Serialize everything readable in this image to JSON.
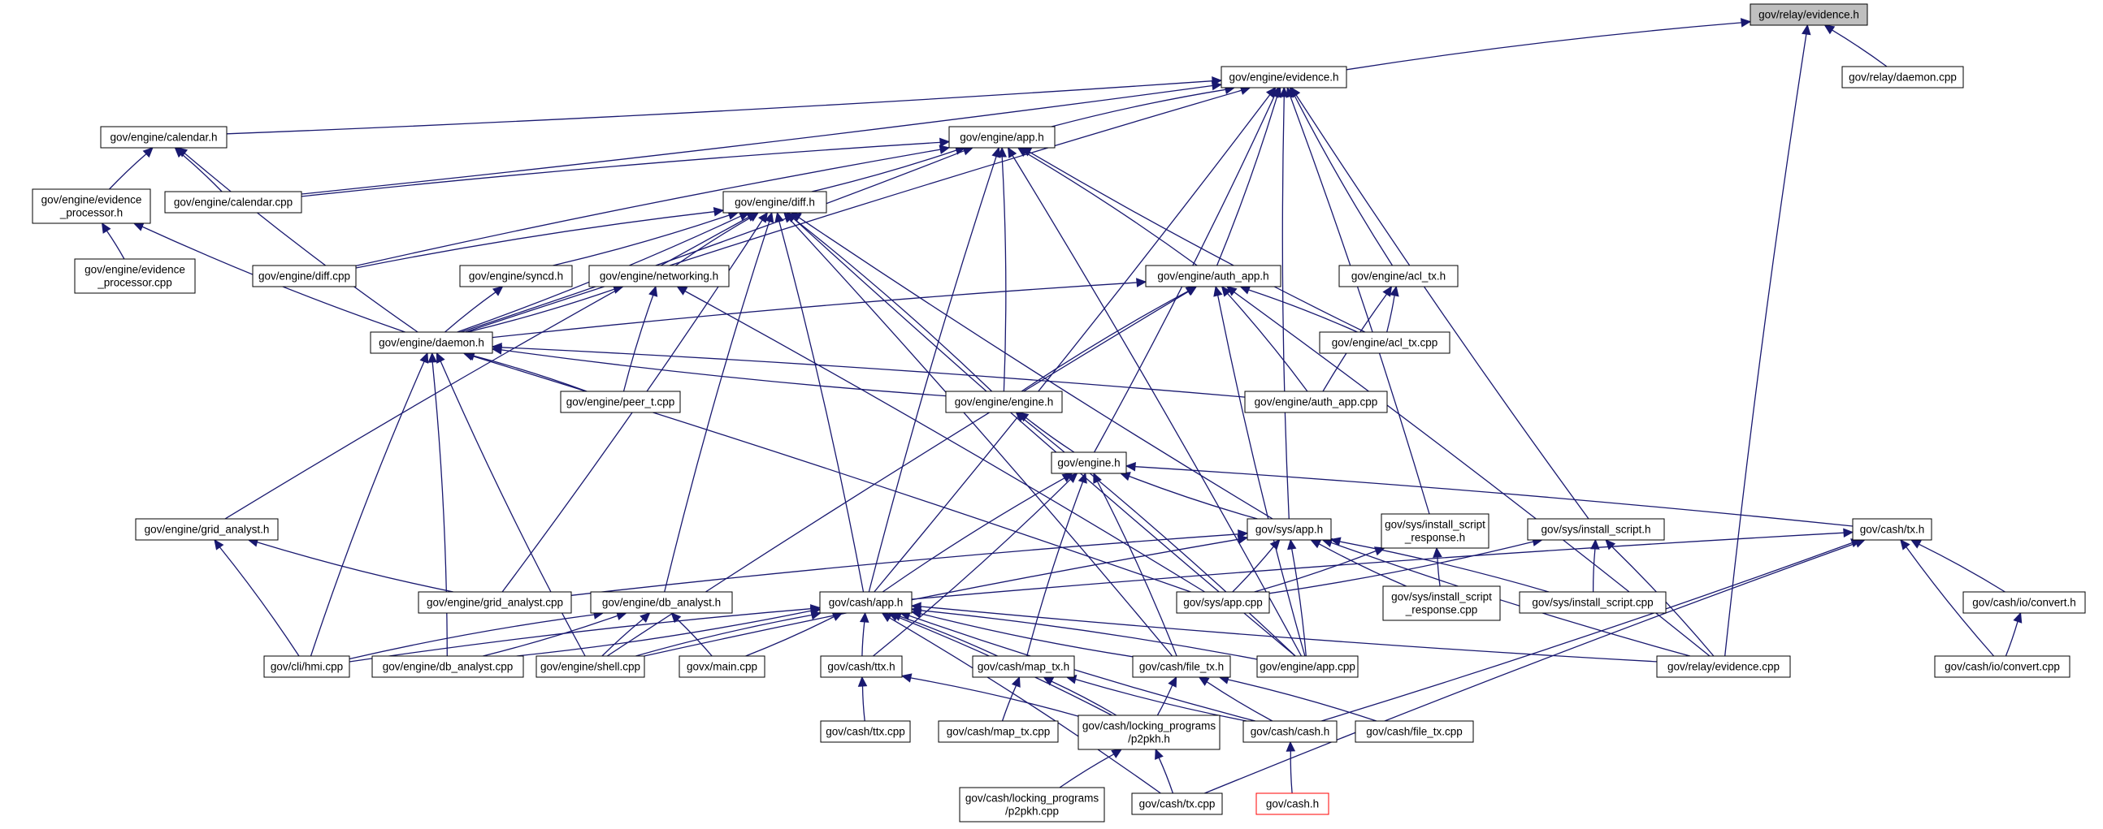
{
  "diagram": {
    "type": "include-dependency-graph",
    "colors": {
      "edge": "#191970",
      "root_fill": "#bfbfbf",
      "node_fill": "#ffffff",
      "node_stroke": "#000000",
      "missing_stroke": "#ff0000"
    },
    "nodes": [
      {
        "id": "relay_evidence_h",
        "lines": [
          "gov/relay/evidence.h"
        ],
        "style": "root"
      },
      {
        "id": "engine_evidence_h",
        "lines": [
          "gov/engine/evidence.h"
        ]
      },
      {
        "id": "relay_daemon_cpp",
        "lines": [
          "gov/relay/daemon.cpp"
        ]
      },
      {
        "id": "engine_calendar_h",
        "lines": [
          "gov/engine/calendar.h"
        ]
      },
      {
        "id": "engine_app_h",
        "lines": [
          "gov/engine/app.h"
        ]
      },
      {
        "id": "engine_evproc_h",
        "lines": [
          "gov/engine/evidence",
          "_processor.h"
        ]
      },
      {
        "id": "engine_calendar_cpp",
        "lines": [
          "gov/engine/calendar.cpp"
        ]
      },
      {
        "id": "engine_diff_h",
        "lines": [
          "gov/engine/diff.h"
        ]
      },
      {
        "id": "engine_evproc_cpp",
        "lines": [
          "gov/engine/evidence",
          "_processor.cpp"
        ]
      },
      {
        "id": "engine_diff_cpp",
        "lines": [
          "gov/engine/diff.cpp"
        ]
      },
      {
        "id": "engine_syncd_h",
        "lines": [
          "gov/engine/syncd.h"
        ]
      },
      {
        "id": "engine_networking_h",
        "lines": [
          "gov/engine/networking.h"
        ]
      },
      {
        "id": "engine_auth_app_h",
        "lines": [
          "gov/engine/auth_app.h"
        ]
      },
      {
        "id": "engine_acl_tx_h",
        "lines": [
          "gov/engine/acl_tx.h"
        ]
      },
      {
        "id": "engine_daemon_h",
        "lines": [
          "gov/engine/daemon.h"
        ]
      },
      {
        "id": "engine_acl_tx_cpp",
        "lines": [
          "gov/engine/acl_tx.cpp"
        ]
      },
      {
        "id": "engine_peer_t_cpp",
        "lines": [
          "gov/engine/peer_t.cpp"
        ]
      },
      {
        "id": "engine_engine_h",
        "lines": [
          "gov/engine/engine.h"
        ]
      },
      {
        "id": "engine_auth_app_cpp",
        "lines": [
          "gov/engine/auth_app.cpp"
        ]
      },
      {
        "id": "gov_engine_h",
        "lines": [
          "gov/engine.h"
        ]
      },
      {
        "id": "engine_grid_analyst_h",
        "lines": [
          "gov/engine/grid_analyst.h"
        ]
      },
      {
        "id": "sys_app_h",
        "lines": [
          "gov/sys/app.h"
        ]
      },
      {
        "id": "sys_isr_h",
        "lines": [
          "gov/sys/install_script",
          "_response.h"
        ]
      },
      {
        "id": "sys_is_h",
        "lines": [
          "gov/sys/install_script.h"
        ]
      },
      {
        "id": "cash_tx_h",
        "lines": [
          "gov/cash/tx.h"
        ]
      },
      {
        "id": "engine_grid_analyst_cpp",
        "lines": [
          "gov/engine/grid_analyst.cpp"
        ]
      },
      {
        "id": "engine_db_analyst_h",
        "lines": [
          "gov/engine/db_analyst.h"
        ]
      },
      {
        "id": "sys_app_cpp",
        "lines": [
          "gov/sys/app.cpp"
        ]
      },
      {
        "id": "sys_isr_cpp",
        "lines": [
          "gov/sys/install_script",
          "_response.cpp"
        ]
      },
      {
        "id": "sys_is_cpp",
        "lines": [
          "gov/sys/install_script.cpp"
        ]
      },
      {
        "id": "cash_app_h",
        "lines": [
          "gov/cash/app.h"
        ]
      },
      {
        "id": "cash_io_convert_h",
        "lines": [
          "gov/cash/io/convert.h"
        ]
      },
      {
        "id": "cli_hmi_cpp",
        "lines": [
          "gov/cli/hmi.cpp"
        ]
      },
      {
        "id": "engine_db_analyst_cpp",
        "lines": [
          "gov/engine/db_analyst.cpp"
        ]
      },
      {
        "id": "engine_shell_cpp",
        "lines": [
          "gov/engine/shell.cpp"
        ]
      },
      {
        "id": "govx_main_cpp",
        "lines": [
          "govx/main.cpp"
        ]
      },
      {
        "id": "cash_ttx_h",
        "lines": [
          "gov/cash/ttx.h"
        ]
      },
      {
        "id": "cash_map_tx_h",
        "lines": [
          "gov/cash/map_tx.h"
        ]
      },
      {
        "id": "cash_file_tx_h",
        "lines": [
          "gov/cash/file_tx.h"
        ]
      },
      {
        "id": "engine_app_cpp",
        "lines": [
          "gov/engine/app.cpp"
        ]
      },
      {
        "id": "relay_evidence_cpp",
        "lines": [
          "gov/relay/evidence.cpp"
        ]
      },
      {
        "id": "cash_io_convert_cpp",
        "lines": [
          "gov/cash/io/convert.cpp"
        ]
      },
      {
        "id": "cash_ttx_cpp",
        "lines": [
          "gov/cash/ttx.cpp"
        ]
      },
      {
        "id": "cash_map_tx_cpp",
        "lines": [
          "gov/cash/map_tx.cpp"
        ]
      },
      {
        "id": "cash_lp_p2pkh_h",
        "lines": [
          "gov/cash/locking_programs",
          "/p2pkh.h"
        ]
      },
      {
        "id": "cash_cash_h",
        "lines": [
          "gov/cash/cash.h"
        ]
      },
      {
        "id": "cash_file_tx_cpp",
        "lines": [
          "gov/cash/file_tx.cpp"
        ]
      },
      {
        "id": "cash_lp_p2pkh_cpp",
        "lines": [
          "gov/cash/locking_programs",
          "/p2pkh.cpp"
        ]
      },
      {
        "id": "cash_tx_cpp",
        "lines": [
          "gov/cash/tx.cpp"
        ]
      },
      {
        "id": "gov_cash_h",
        "lines": [
          "gov/cash.h"
        ],
        "style": "missing"
      }
    ],
    "edges": [
      [
        "engine_evidence_h",
        "relay_evidence_h"
      ],
      [
        "relay_daemon_cpp",
        "relay_evidence_h"
      ],
      [
        "relay_evidence_cpp",
        "relay_evidence_h"
      ],
      [
        "engine_calendar_h",
        "engine_evidence_h"
      ],
      [
        "engine_app_h",
        "engine_evidence_h"
      ],
      [
        "engine_calendar_cpp",
        "engine_evidence_h"
      ],
      [
        "engine_daemon_h",
        "engine_evidence_h"
      ],
      [
        "engine_auth_app_h",
        "engine_evidence_h"
      ],
      [
        "engine_acl_tx_h",
        "engine_evidence_h"
      ],
      [
        "gov_engine_h",
        "engine_evidence_h"
      ],
      [
        "sys_app_h",
        "engine_evidence_h"
      ],
      [
        "sys_isr_h",
        "engine_evidence_h"
      ],
      [
        "sys_is_h",
        "engine_evidence_h"
      ],
      [
        "cash_app_h",
        "engine_evidence_h"
      ],
      [
        "engine_evproc_h",
        "engine_calendar_h"
      ],
      [
        "engine_calendar_cpp",
        "engine_calendar_h"
      ],
      [
        "engine_daemon_h",
        "engine_calendar_h"
      ],
      [
        "engine_evproc_cpp",
        "engine_evproc_h"
      ],
      [
        "engine_daemon_h",
        "engine_evproc_h"
      ],
      [
        "engine_diff_h",
        "engine_app_h"
      ],
      [
        "engine_calendar_cpp",
        "engine_app_h"
      ],
      [
        "engine_daemon_h",
        "engine_app_h"
      ],
      [
        "engine_diff_cpp",
        "engine_app_h"
      ],
      [
        "engine_auth_app_h",
        "engine_app_h"
      ],
      [
        "engine_acl_tx_cpp",
        "engine_app_h"
      ],
      [
        "engine_engine_h",
        "engine_app_h"
      ],
      [
        "cash_app_h",
        "engine_app_h"
      ],
      [
        "engine_app_cpp",
        "engine_app_h"
      ],
      [
        "engine_diff_cpp",
        "engine_diff_h"
      ],
      [
        "engine_syncd_h",
        "engine_diff_h"
      ],
      [
        "engine_networking_h",
        "engine_diff_h"
      ],
      [
        "engine_daemon_h",
        "engine_diff_h"
      ],
      [
        "engine_grid_analyst_h",
        "engine_diff_h"
      ],
      [
        "engine_grid_analyst_cpp",
        "engine_diff_h"
      ],
      [
        "engine_db_analyst_h",
        "engine_diff_h"
      ],
      [
        "engine_engine_h",
        "engine_diff_h"
      ],
      [
        "sys_app_h",
        "engine_diff_h"
      ],
      [
        "cash_app_h",
        "engine_diff_h"
      ],
      [
        "engine_app_cpp",
        "engine_diff_h"
      ],
      [
        "cash_file_tx_h",
        "engine_diff_h"
      ],
      [
        "engine_daemon_h",
        "engine_syncd_h"
      ],
      [
        "engine_daemon_h",
        "engine_networking_h"
      ],
      [
        "engine_peer_t_cpp",
        "engine_networking_h"
      ],
      [
        "sys_app_cpp",
        "engine_networking_h"
      ],
      [
        "engine_daemon_h",
        "engine_auth_app_h"
      ],
      [
        "engine_acl_tx_cpp",
        "engine_auth_app_h"
      ],
      [
        "engine_engine_h",
        "engine_auth_app_h"
      ],
      [
        "engine_auth_app_cpp",
        "engine_auth_app_h"
      ],
      [
        "engine_shell_cpp",
        "engine_auth_app_h"
      ],
      [
        "relay_evidence_cpp",
        "engine_auth_app_h"
      ],
      [
        "engine_app_cpp",
        "engine_auth_app_h"
      ],
      [
        "engine_acl_tx_cpp",
        "engine_acl_tx_h"
      ],
      [
        "engine_auth_app_cpp",
        "engine_acl_tx_h"
      ],
      [
        "engine_peer_t_cpp",
        "engine_daemon_h"
      ],
      [
        "engine_engine_h",
        "engine_daemon_h"
      ],
      [
        "engine_auth_app_cpp",
        "engine_daemon_h"
      ],
      [
        "cli_hmi_cpp",
        "engine_daemon_h"
      ],
      [
        "engine_db_analyst_cpp",
        "engine_daemon_h"
      ],
      [
        "engine_shell_cpp",
        "engine_daemon_h"
      ],
      [
        "sys_app_cpp",
        "engine_daemon_h"
      ],
      [
        "gov_engine_h",
        "engine_engine_h"
      ],
      [
        "engine_app_cpp",
        "engine_engine_h"
      ],
      [
        "sys_app_h",
        "gov_engine_h"
      ],
      [
        "cash_tx_h",
        "gov_engine_h"
      ],
      [
        "cash_app_h",
        "gov_engine_h"
      ],
      [
        "cash_ttx_h",
        "gov_engine_h"
      ],
      [
        "cash_map_tx_h",
        "gov_engine_h"
      ],
      [
        "cash_file_tx_h",
        "gov_engine_h"
      ],
      [
        "engine_grid_analyst_cpp",
        "engine_grid_analyst_h"
      ],
      [
        "cli_hmi_cpp",
        "engine_grid_analyst_h"
      ],
      [
        "engine_grid_analyst_cpp",
        "sys_app_h"
      ],
      [
        "sys_app_cpp",
        "sys_app_h"
      ],
      [
        "sys_isr_cpp",
        "sys_app_h"
      ],
      [
        "sys_is_cpp",
        "sys_app_h"
      ],
      [
        "engine_shell_cpp",
        "sys_app_h"
      ],
      [
        "engine_app_cpp",
        "sys_app_h"
      ],
      [
        "relay_evidence_cpp",
        "sys_app_h"
      ],
      [
        "sys_app_cpp",
        "sys_isr_h"
      ],
      [
        "sys_isr_cpp",
        "sys_isr_h"
      ],
      [
        "sys_app_cpp",
        "sys_is_h"
      ],
      [
        "sys_is_cpp",
        "sys_is_h"
      ],
      [
        "relay_evidence_cpp",
        "sys_is_h"
      ],
      [
        "cash_app_h",
        "cash_tx_h"
      ],
      [
        "cash_io_convert_h",
        "cash_tx_h"
      ],
      [
        "cash_io_convert_cpp",
        "cash_tx_h"
      ],
      [
        "cash_cash_h",
        "cash_tx_h"
      ],
      [
        "cash_tx_cpp",
        "cash_tx_h"
      ],
      [
        "cash_io_convert_cpp",
        "cash_io_convert_h"
      ],
      [
        "cli_hmi_cpp",
        "engine_db_analyst_h"
      ],
      [
        "engine_db_analyst_cpp",
        "engine_db_analyst_h"
      ],
      [
        "engine_shell_cpp",
        "engine_db_analyst_h"
      ],
      [
        "govx_main_cpp",
        "engine_db_analyst_h"
      ],
      [
        "cli_hmi_cpp",
        "cash_app_h"
      ],
      [
        "engine_db_analyst_cpp",
        "cash_app_h"
      ],
      [
        "engine_shell_cpp",
        "cash_app_h"
      ],
      [
        "govx_main_cpp",
        "cash_app_h"
      ],
      [
        "cash_ttx_h",
        "cash_app_h"
      ],
      [
        "cash_map_tx_h",
        "cash_app_h"
      ],
      [
        "cash_file_tx_h",
        "cash_app_h"
      ],
      [
        "engine_app_cpp",
        "cash_app_h"
      ],
      [
        "relay_evidence_cpp",
        "cash_app_h"
      ],
      [
        "cash_lp_p2pkh_h",
        "cash_app_h"
      ],
      [
        "cash_cash_h",
        "cash_app_h"
      ],
      [
        "cash_tx_cpp",
        "cash_app_h"
      ],
      [
        "cash_ttx_cpp",
        "cash_ttx_h"
      ],
      [
        "cash_lp_p2pkh_h",
        "cash_ttx_h"
      ],
      [
        "cash_map_tx_cpp",
        "cash_map_tx_h"
      ],
      [
        "cash_lp_p2pkh_h",
        "cash_map_tx_h"
      ],
      [
        "cash_cash_h",
        "cash_map_tx_h"
      ],
      [
        "cash_lp_p2pkh_h",
        "cash_file_tx_h"
      ],
      [
        "cash_cash_h",
        "cash_file_tx_h"
      ],
      [
        "cash_file_tx_cpp",
        "cash_file_tx_h"
      ],
      [
        "cash_lp_p2pkh_cpp",
        "cash_lp_p2pkh_h"
      ],
      [
        "cash_tx_cpp",
        "cash_lp_p2pkh_h"
      ],
      [
        "gov_cash_h",
        "cash_cash_h"
      ]
    ]
  }
}
